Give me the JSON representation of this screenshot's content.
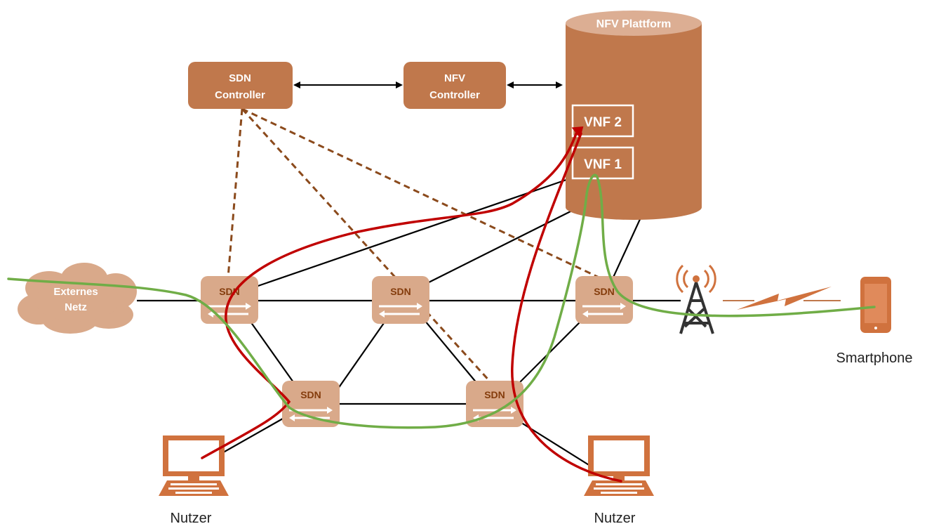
{
  "colors": {
    "accent": "#c0784c",
    "switch_fill": "#d9a98a",
    "control_dashed": "#8b4a1c",
    "path_red": "#c00000",
    "path_green": "#70ad47",
    "link": "#000000"
  },
  "controllers": {
    "sdn": [
      "SDN",
      "Controller"
    ],
    "nfv": [
      "NFV",
      "Controller"
    ]
  },
  "platform": {
    "title": "NFV Plattform",
    "vnf2": "VNF 2",
    "vnf1": "VNF 1"
  },
  "network": {
    "cloud": [
      "Externes",
      "Netz"
    ],
    "switch_label": "SDN"
  },
  "labels": {
    "user_left": "Nutzer",
    "user_right": "Nutzer",
    "smartphone": "Smartphone"
  },
  "icons": [
    "cloud-icon",
    "sdn-switch-icon",
    "computer-icon",
    "antenna-tower-icon",
    "lightning-icon",
    "smartphone-icon"
  ]
}
